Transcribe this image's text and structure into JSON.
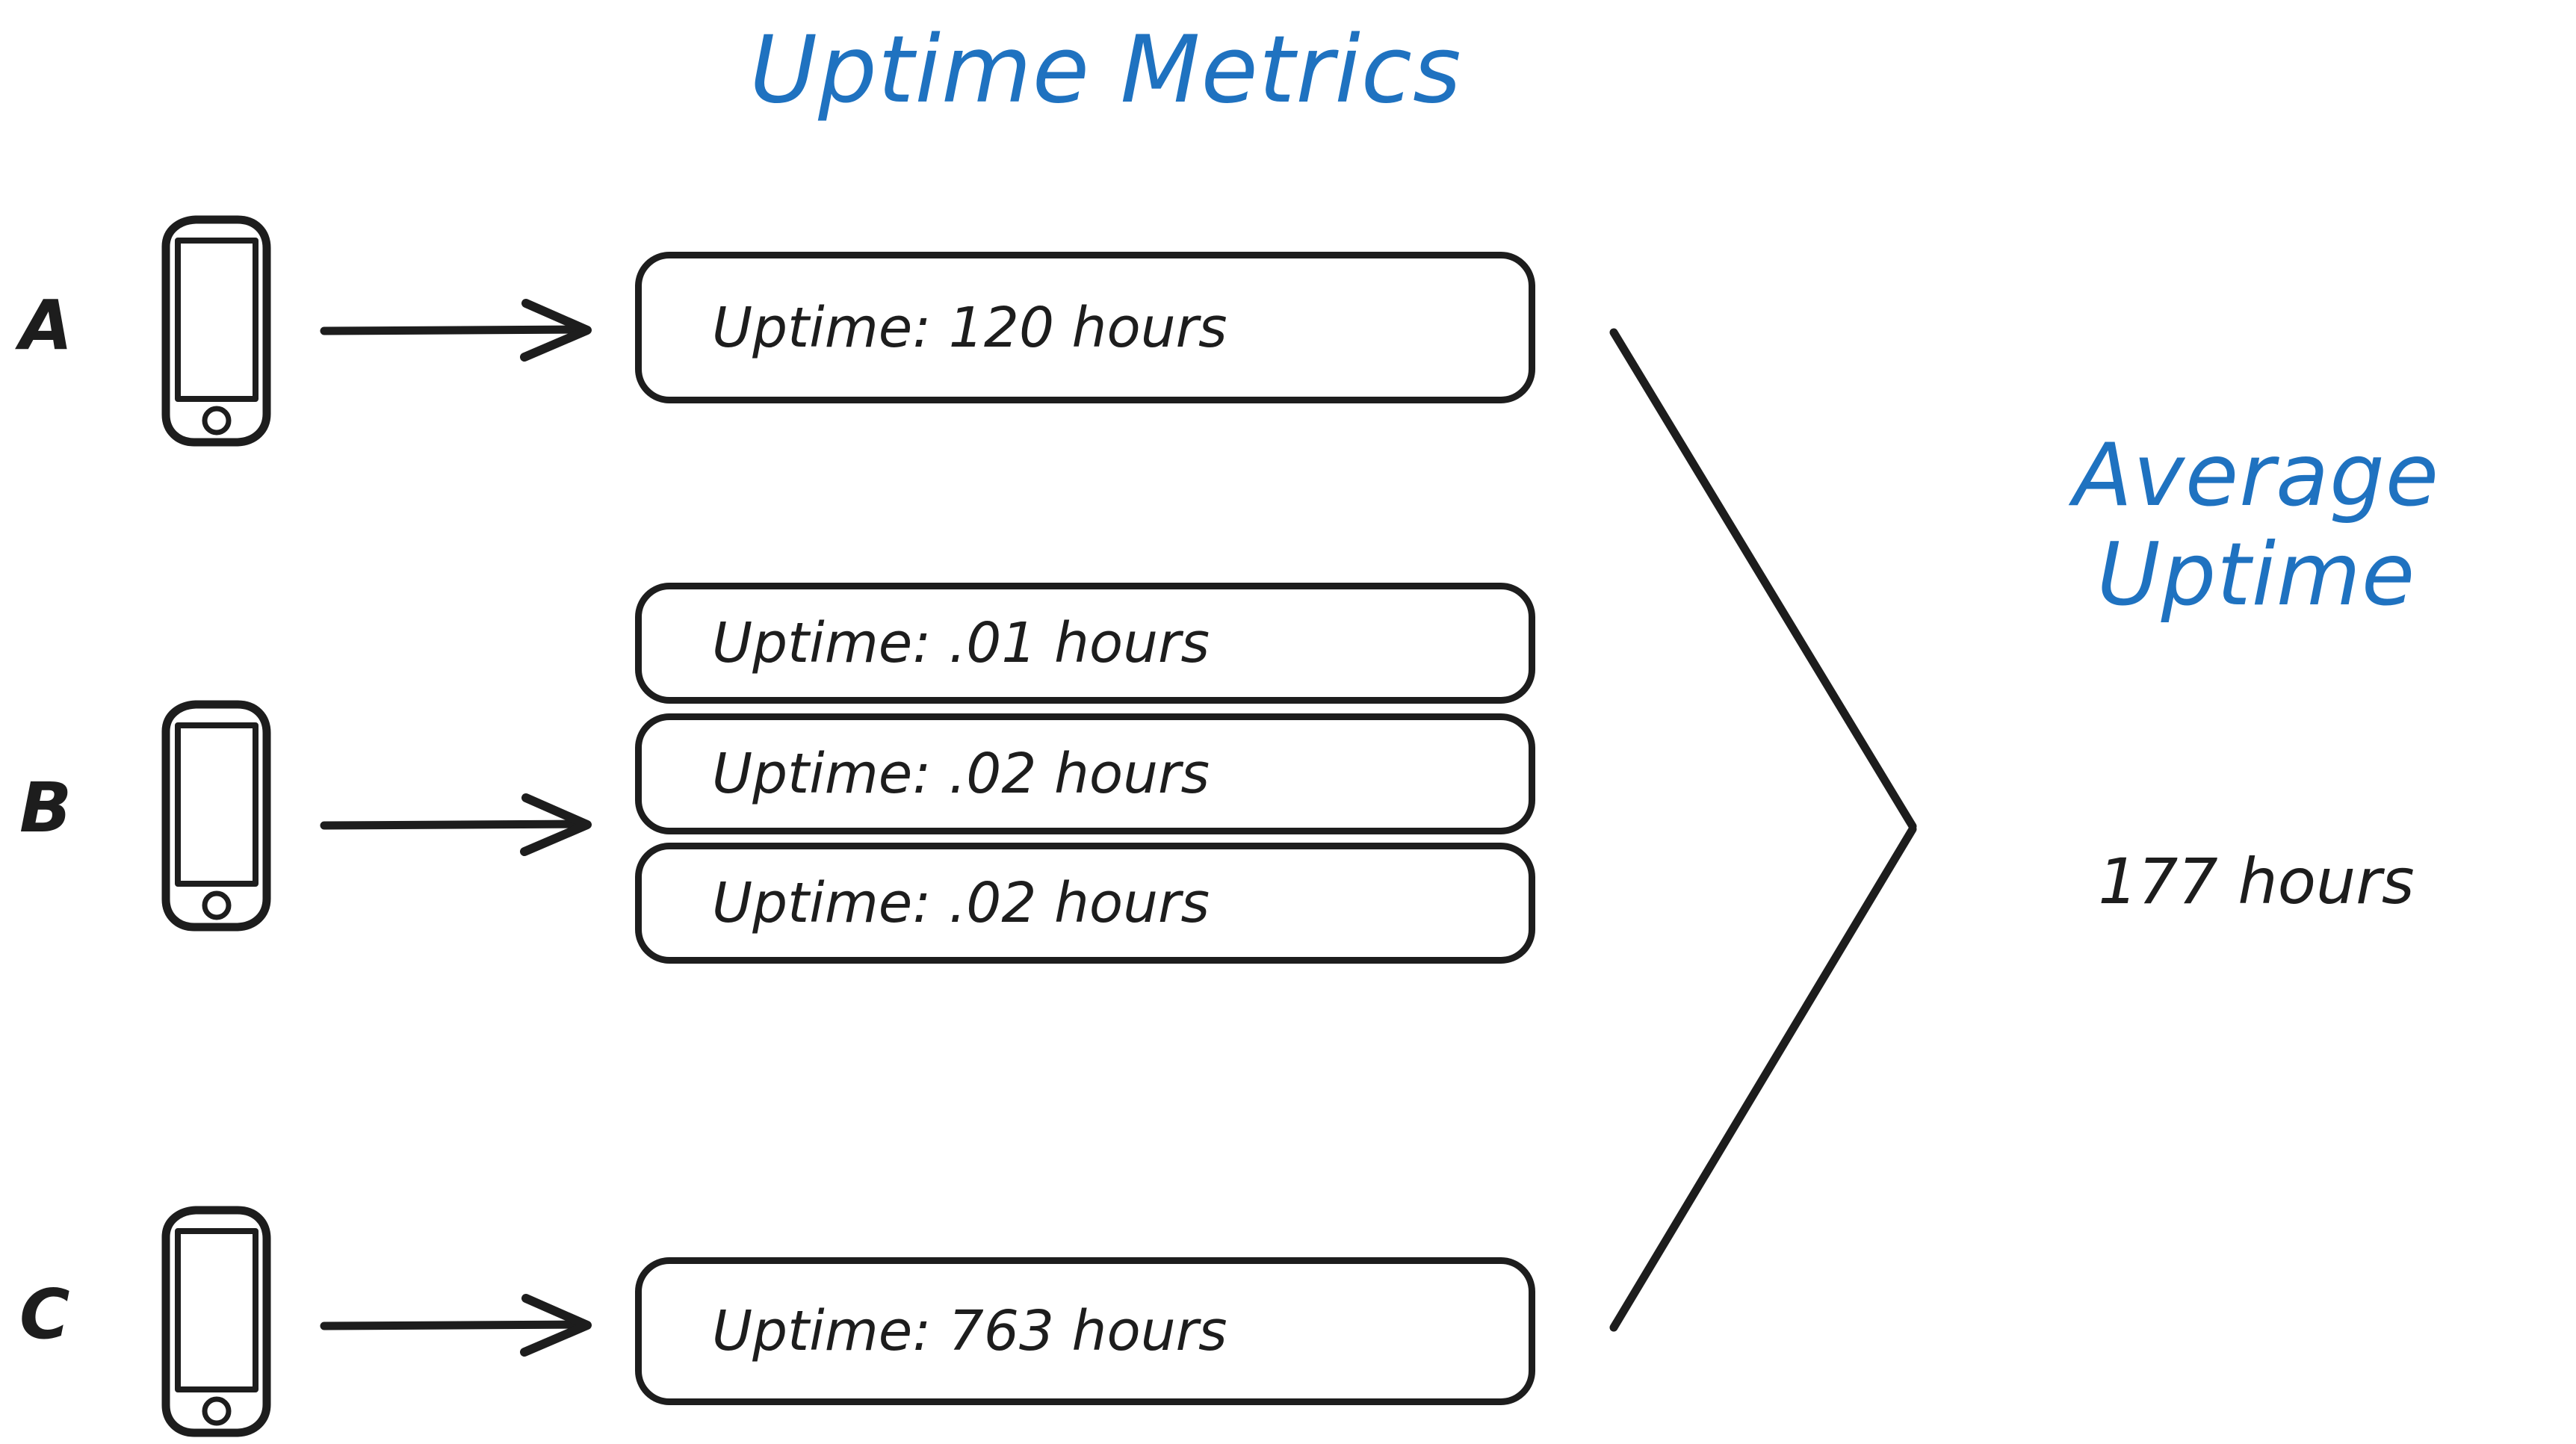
{
  "diagram": {
    "title": "Uptime Metrics",
    "accent_color": "#1F72C0",
    "ink_color": "#1D1D1D",
    "background_color": "#FFFFFF"
  },
  "groups": [
    {
      "label": "A",
      "device_icon": "smartphone-icon",
      "arrow_icon": "arrow-right-icon",
      "metrics": [
        {
          "text": "Uptime: 120 hours",
          "metric": "Uptime",
          "value": "120",
          "unit": "hours"
        }
      ]
    },
    {
      "label": "B",
      "device_icon": "smartphone-icon",
      "arrow_icon": "arrow-right-icon",
      "metrics": [
        {
          "text": "Uptime: .01 hours",
          "metric": "Uptime",
          "value": ".01",
          "unit": "hours"
        },
        {
          "text": "Uptime: .02 hours",
          "metric": "Uptime",
          "value": ".02",
          "unit": "hours"
        },
        {
          "text": "Uptime: .02 hours",
          "metric": "Uptime",
          "value": ".02",
          "unit": "hours"
        }
      ]
    },
    {
      "label": "C",
      "device_icon": "smartphone-icon",
      "arrow_icon": "arrow-right-icon",
      "metrics": [
        {
          "text": "Uptime: 763 hours",
          "metric": "Uptime",
          "value": "763",
          "unit": "hours"
        }
      ]
    }
  ],
  "aggregator": {
    "connector_icon": "converging-bracket-icon",
    "title_line_1": "Average",
    "title_line_2": "Uptime",
    "result": "177 hours",
    "result_value": "177",
    "result_unit": "hours"
  }
}
